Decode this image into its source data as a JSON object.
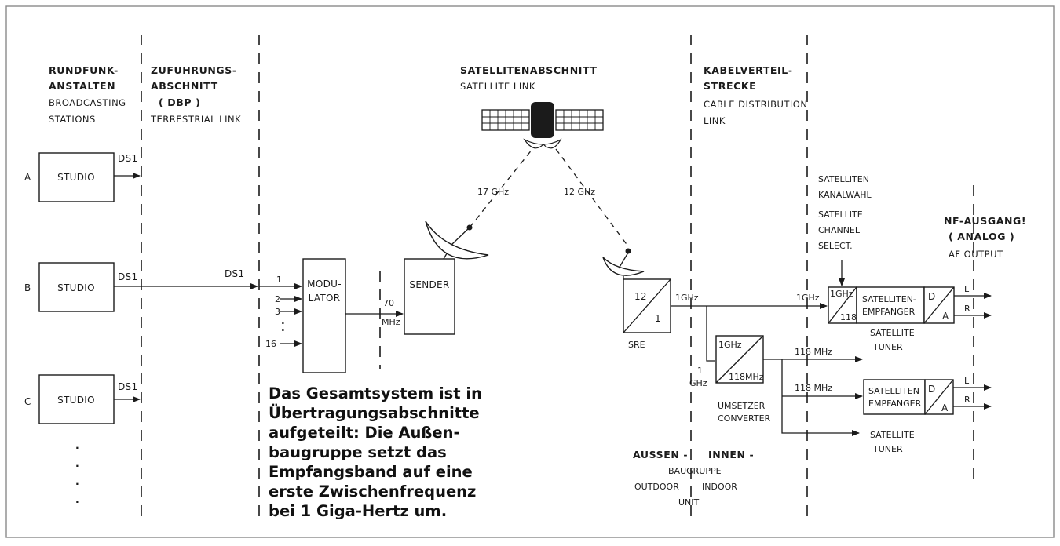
{
  "headers": {
    "rundfunk": [
      "RUNDFUNK-",
      "ANSTALTEN"
    ],
    "broadcasting": [
      "BROADCASTING",
      "STATIONS"
    ],
    "zufuhrung": [
      "ZUFUHRUNGS-",
      "ABSCHNITT",
      "( DBP )"
    ],
    "terrestrial": "TERRESTRIAL LINK",
    "satellitenabschnitt": "SATELLITENABSCHNITT",
    "satellite_link": "SATELLITE LINK",
    "kabel": [
      "KABELVERTEIL-",
      "STRECKE"
    ],
    "cable": [
      "CABLE DISTRIBUTION",
      "LINK"
    ]
  },
  "studios": [
    {
      "letter": "A",
      "label": "STUDIO",
      "signal": "DS1"
    },
    {
      "letter": "B",
      "label": "STUDIO",
      "signal": "DS1"
    },
    {
      "letter": "C",
      "label": "STUDIO",
      "signal": "DS1"
    }
  ],
  "ds1_line_label": "DS1",
  "modulator": {
    "label": [
      "MODU-",
      "LATOR"
    ],
    "inputs": [
      "1",
      "2",
      "3",
      "16"
    ],
    "output": [
      "70",
      "MHz"
    ]
  },
  "sender": "SENDER",
  "uplink_freq": "17 GHz",
  "downlink_freq": "12 GHz",
  "sre": {
    "top": "12",
    "bottom": "1",
    "label": "SRE",
    "out": "1GHz"
  },
  "rx_input_freq": "1GHz",
  "channel_select": [
    "SATELLITEN",
    "KANALWAHL",
    "SATELLITE",
    "CHANNEL",
    "SELECT."
  ],
  "af_output": [
    "NF-AUSGANG!",
    "( ANALOG )",
    "AF OUTPUT"
  ],
  "mixer1": {
    "top": "1GHz",
    "bottom": "118"
  },
  "receiver1": [
    "SATELLITEN-",
    "EMPFANGER"
  ],
  "da": {
    "d": "D",
    "a": "A"
  },
  "lr": {
    "l": "L",
    "r": "R"
  },
  "tuner": [
    "SATELLITE",
    "TUNER"
  ],
  "converter": {
    "top": "1GHz",
    "bottom": "118MHz",
    "input": [
      "1",
      "GHz"
    ],
    "label": [
      "UMSETZER",
      "CONVERTER"
    ]
  },
  "mhz118": "118 MHz",
  "receiver2": [
    "SATELLITEN",
    "EMPFANGER"
  ],
  "unit_labels": {
    "aussen": "AUSSEN -",
    "innen": "INNEN -",
    "baugruppe": "BAUGRUPPE",
    "outdoor": "OUTDOOR",
    "indoor": "INDOOR",
    "unit": "UNIT"
  },
  "dots": ".",
  "caption": [
    "Das Gesamtsystem ist in",
    "Übertragungsabschnitte",
    "aufgeteilt: Die Außen-",
    "baugruppe setzt das",
    "Empfangsband auf eine",
    "erste Zwischenfrequenz",
    "bei 1 Giga-Hertz um."
  ]
}
